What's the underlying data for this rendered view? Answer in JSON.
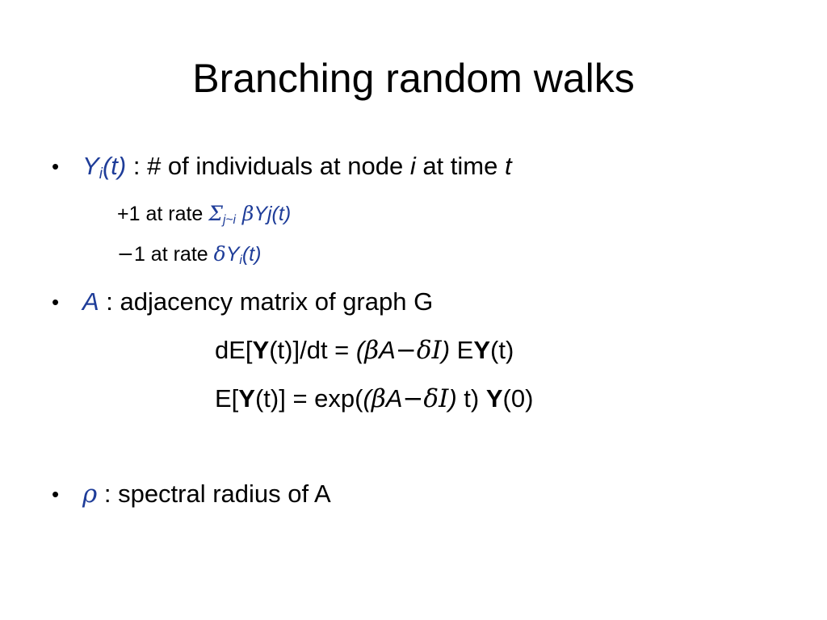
{
  "slide": {
    "title": "Branching random walks",
    "bullet_glyph": "•",
    "line1": {
      "Y": "Y",
      "i_sub": "i",
      "t": "(t)",
      "rest1": " : # of individuals at node ",
      "i": "i",
      "rest2": " at time ",
      "t_end": "t"
    },
    "line2": {
      "prefix": "+1 at rate ",
      "sigma": "Σ",
      "sub": "j~i",
      "beta": " β",
      "tail": "Yj(t)"
    },
    "line3": {
      "minus": "−",
      "prefix": "1 at rate ",
      "delta": "δ",
      "Y": "Y",
      "i_sub": "i",
      "tail": "(t)"
    },
    "line4": {
      "A": "A",
      "rest": " : adjacency matrix of graph G"
    },
    "line5": {
      "p1": "dE[",
      "Y": "Y",
      "p2": "(t)]/dt = ",
      "open": "(",
      "beta": "β",
      "A": "A",
      "minus": "−",
      "delta": "δ",
      "I": "I",
      "close": ")",
      "p3": " E",
      "Y2": "Y",
      "p4": "(t)"
    },
    "line6": {
      "p1": "E[",
      "Y": "Y",
      "p2": "(t)] = exp(",
      "open": "(",
      "beta": "β",
      "A": "A",
      "minus": "−",
      "delta": "δ",
      "I": "I",
      "close": ")",
      "p3": " t) ",
      "Y2": "Y",
      "p4": "(0)"
    },
    "line7": {
      "rho": "ρ",
      "rest": " : spectral radius of A"
    },
    "colors": {
      "accent": "#1f3d99",
      "text": "#000000",
      "background": "#ffffff"
    }
  }
}
